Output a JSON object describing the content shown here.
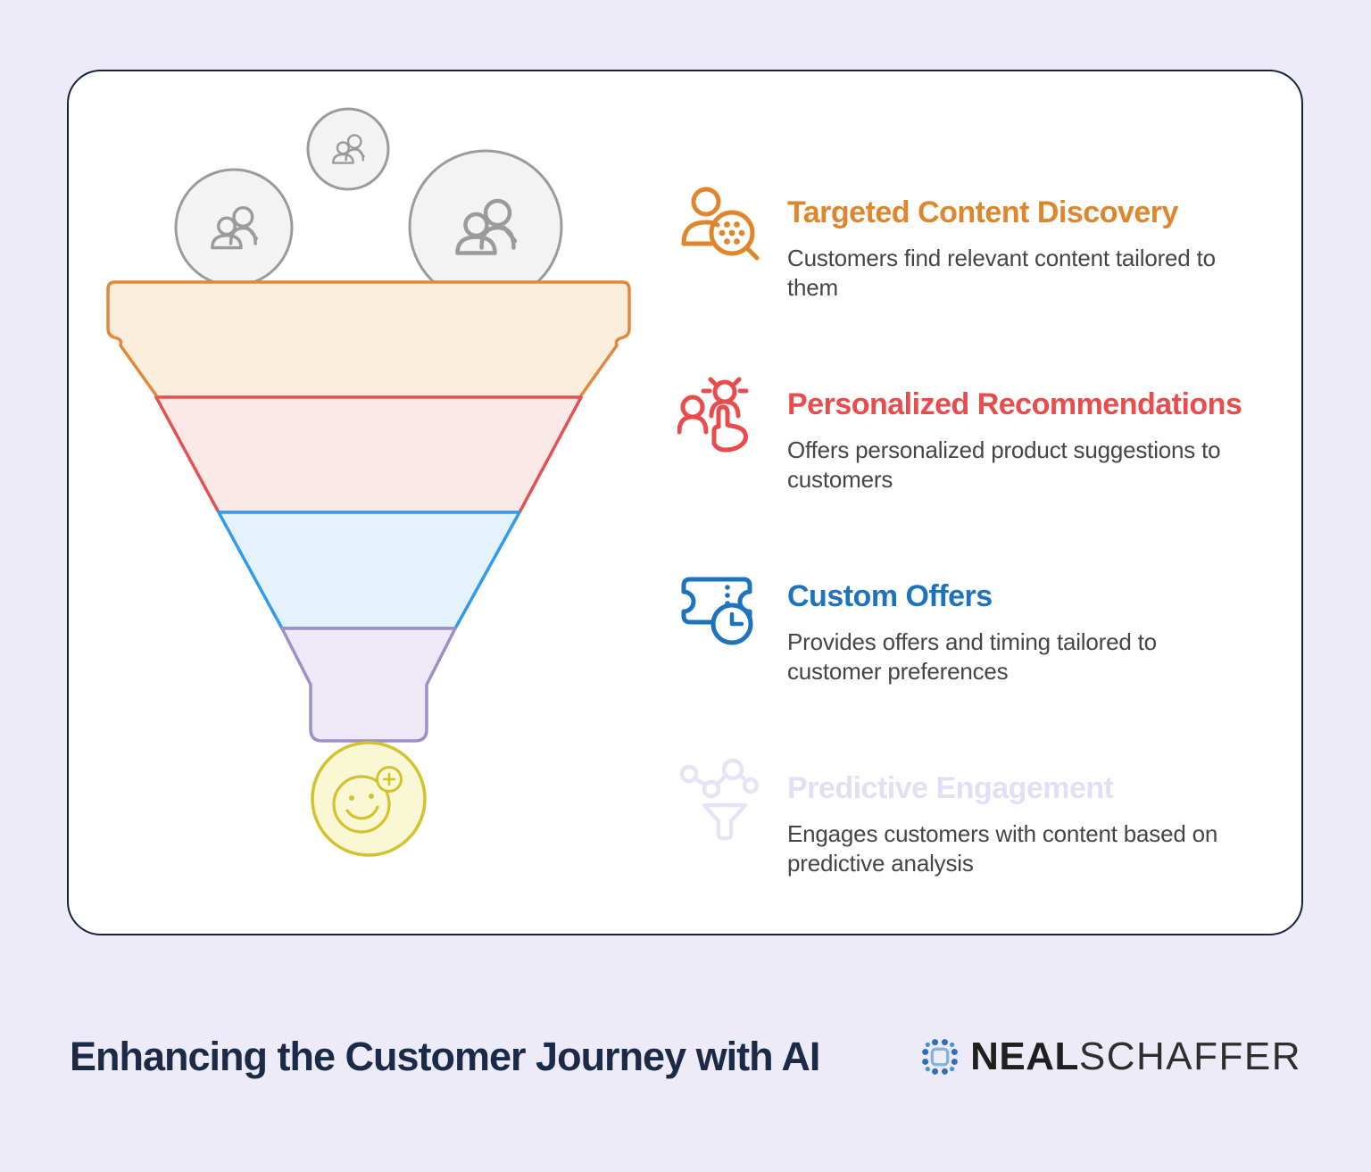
{
  "page": {
    "background": "#EDEBF8",
    "card_border": "#16233C"
  },
  "funnel": {
    "stages": [
      {
        "name": "targeted-content-discovery",
        "stroke": "#E0883B",
        "fill": "#FBEDDC"
      },
      {
        "name": "personalized-recommendations",
        "stroke": "#E25252",
        "fill": "#FBE9E8"
      },
      {
        "name": "custom-offers",
        "stroke": "#2F9BEA",
        "fill": "#E4F2FC"
      },
      {
        "name": "predictive-engagement",
        "stroke": "#9D8FC7",
        "fill": "#EDE9F7"
      }
    ],
    "audience_icon": "people-pair-icon",
    "audience_color": "#9B9B9B",
    "outcome": {
      "icon": "smiley-plus-icon",
      "stroke": "#D2C32E",
      "fill": "#FAF7D4"
    }
  },
  "features": [
    {
      "title": "Targeted Content Discovery",
      "description": "Customers find relevant content tailored to them",
      "color": "#DF862D",
      "icon": "person-search-icon"
    },
    {
      "title": "Personalized Recommendations",
      "description": "Offers personalized product suggestions to customers",
      "color": "#E84C4C",
      "icon": "people-select-icon"
    },
    {
      "title": "Custom Offers",
      "description": "Provides offers and timing tailored to customer preferences",
      "color": "#1E73BE",
      "icon": "ticket-clock-icon"
    },
    {
      "title": "Predictive Engagement",
      "description": "Engages customers with content based on predictive analysis",
      "color": "#E2DEF4",
      "muted": true,
      "icon": "network-funnel-icon"
    }
  ],
  "footer": {
    "title": "Enhancing the Customer Journey with AI",
    "brand": {
      "name_bold": "NEAL",
      "name_light": "SCHAFFER",
      "accent": "#2D6FB8"
    }
  }
}
